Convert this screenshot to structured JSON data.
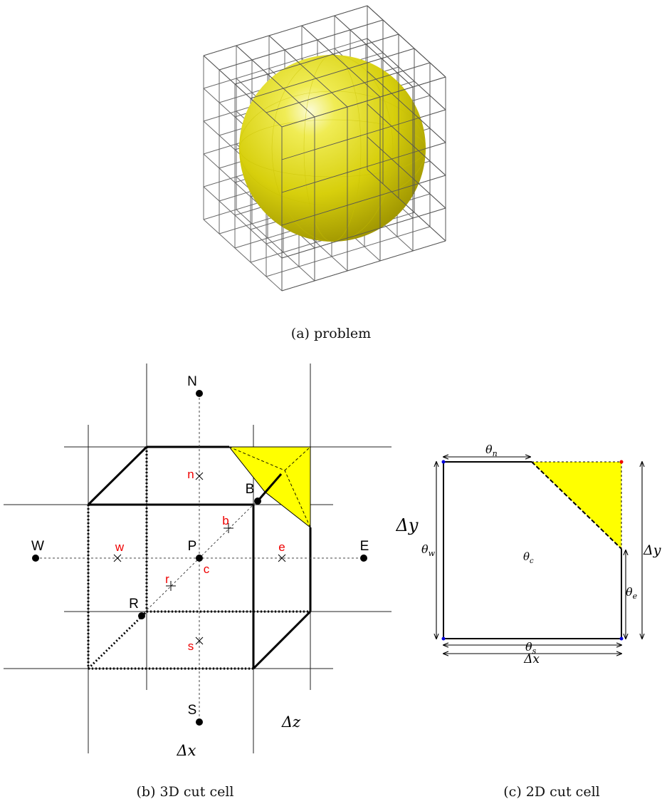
{
  "panel_a": {
    "caption": "(a) problem",
    "sphere_color": "#e0d400",
    "grid_color": "#555555"
  },
  "panel_b": {
    "caption": "(b) 3D cut cell",
    "nodes": {
      "N": "N",
      "S": "S",
      "E": "E",
      "W": "W",
      "P": "P",
      "B": "B",
      "R": "R"
    },
    "faces": {
      "n": "n",
      "s": "s",
      "e": "e",
      "w": "w",
      "b": "b",
      "r": "r",
      "c": "c"
    },
    "dim_x": "Δx",
    "dim_y": "Δy",
    "dim_z": "Δz",
    "cut_color": "#ffff00",
    "face_label_color": "#ee0000"
  },
  "panel_c": {
    "caption": "(c) 2D cut cell",
    "theta_n": "θ",
    "theta_n_sub": "n",
    "theta_s": "θ",
    "theta_s_sub": "s",
    "theta_e": "θ",
    "theta_e_sub": "e",
    "theta_w": "θ",
    "theta_w_sub": "w",
    "theta_c": "θ",
    "theta_c_sub": "c",
    "dim_x": "Δx",
    "dim_y": "Δy",
    "cut_color": "#ffff00"
  }
}
